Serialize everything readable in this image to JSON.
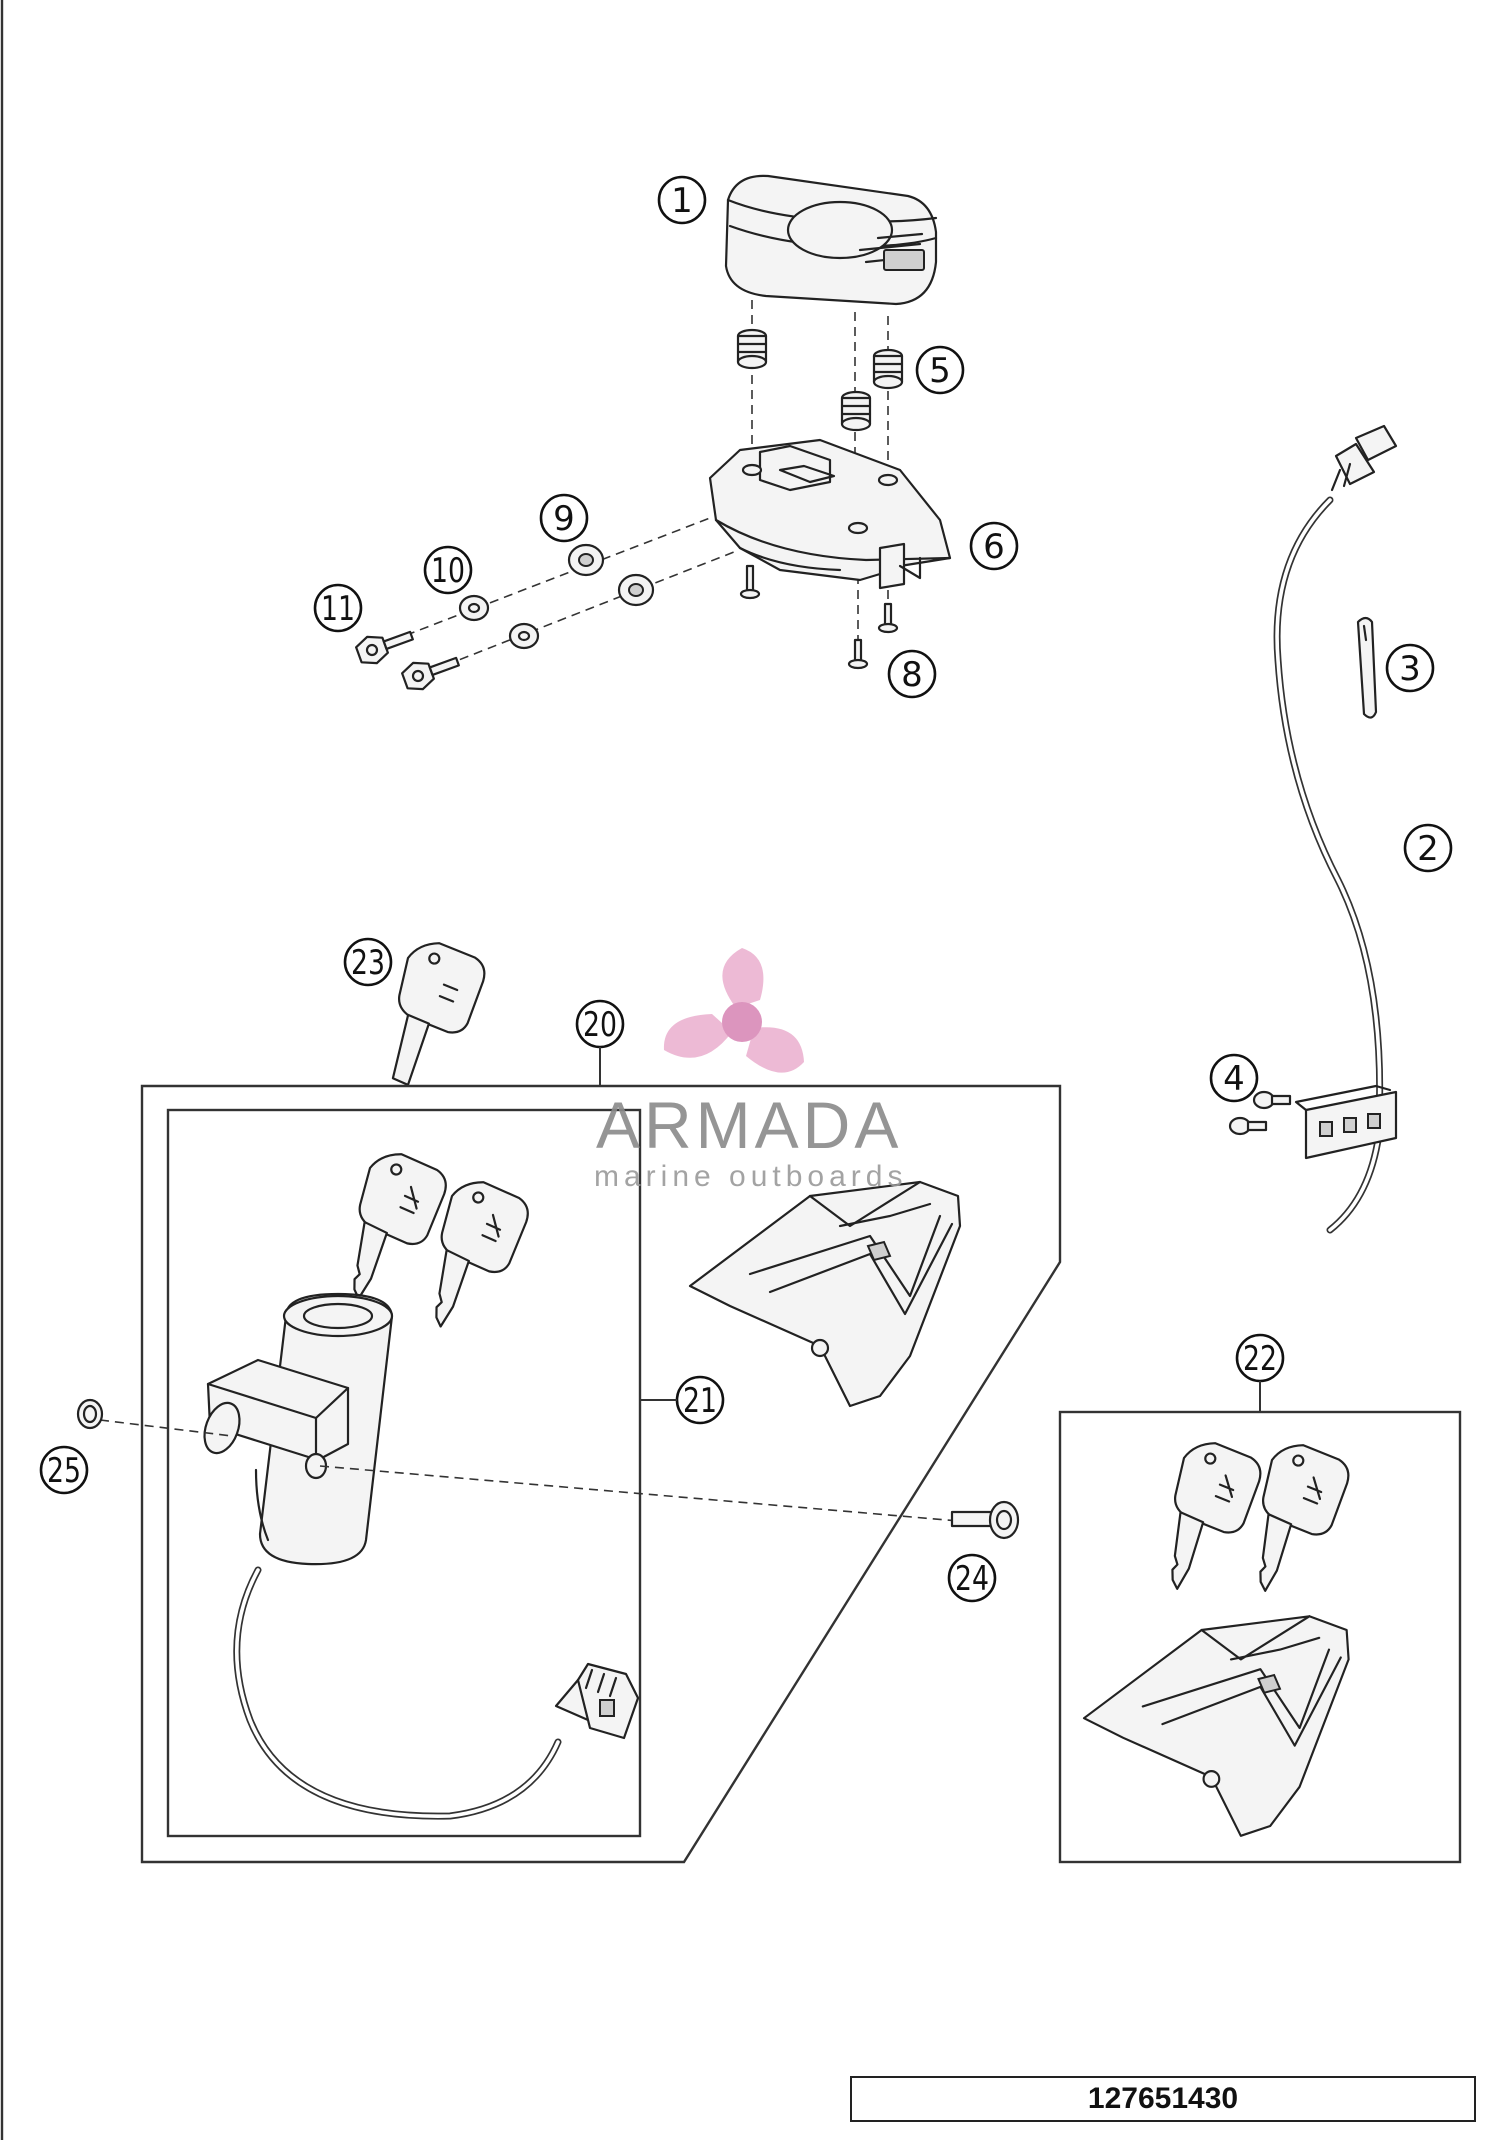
{
  "diagram_number": "127651430",
  "watermark": {
    "brand": "ARMADA",
    "tagline": "marine outboards",
    "logo_color": "#e8a6c8"
  },
  "callouts": {
    "c1": "1",
    "c2": "2",
    "c3": "3",
    "c4": "4",
    "c5": "5",
    "c6": "6",
    "c8": "8",
    "c9": "9",
    "c10": "10",
    "c11": "11",
    "c20": "20",
    "c21": "21",
    "c22": "22",
    "c23": "23",
    "c24": "24",
    "c25": "25"
  }
}
